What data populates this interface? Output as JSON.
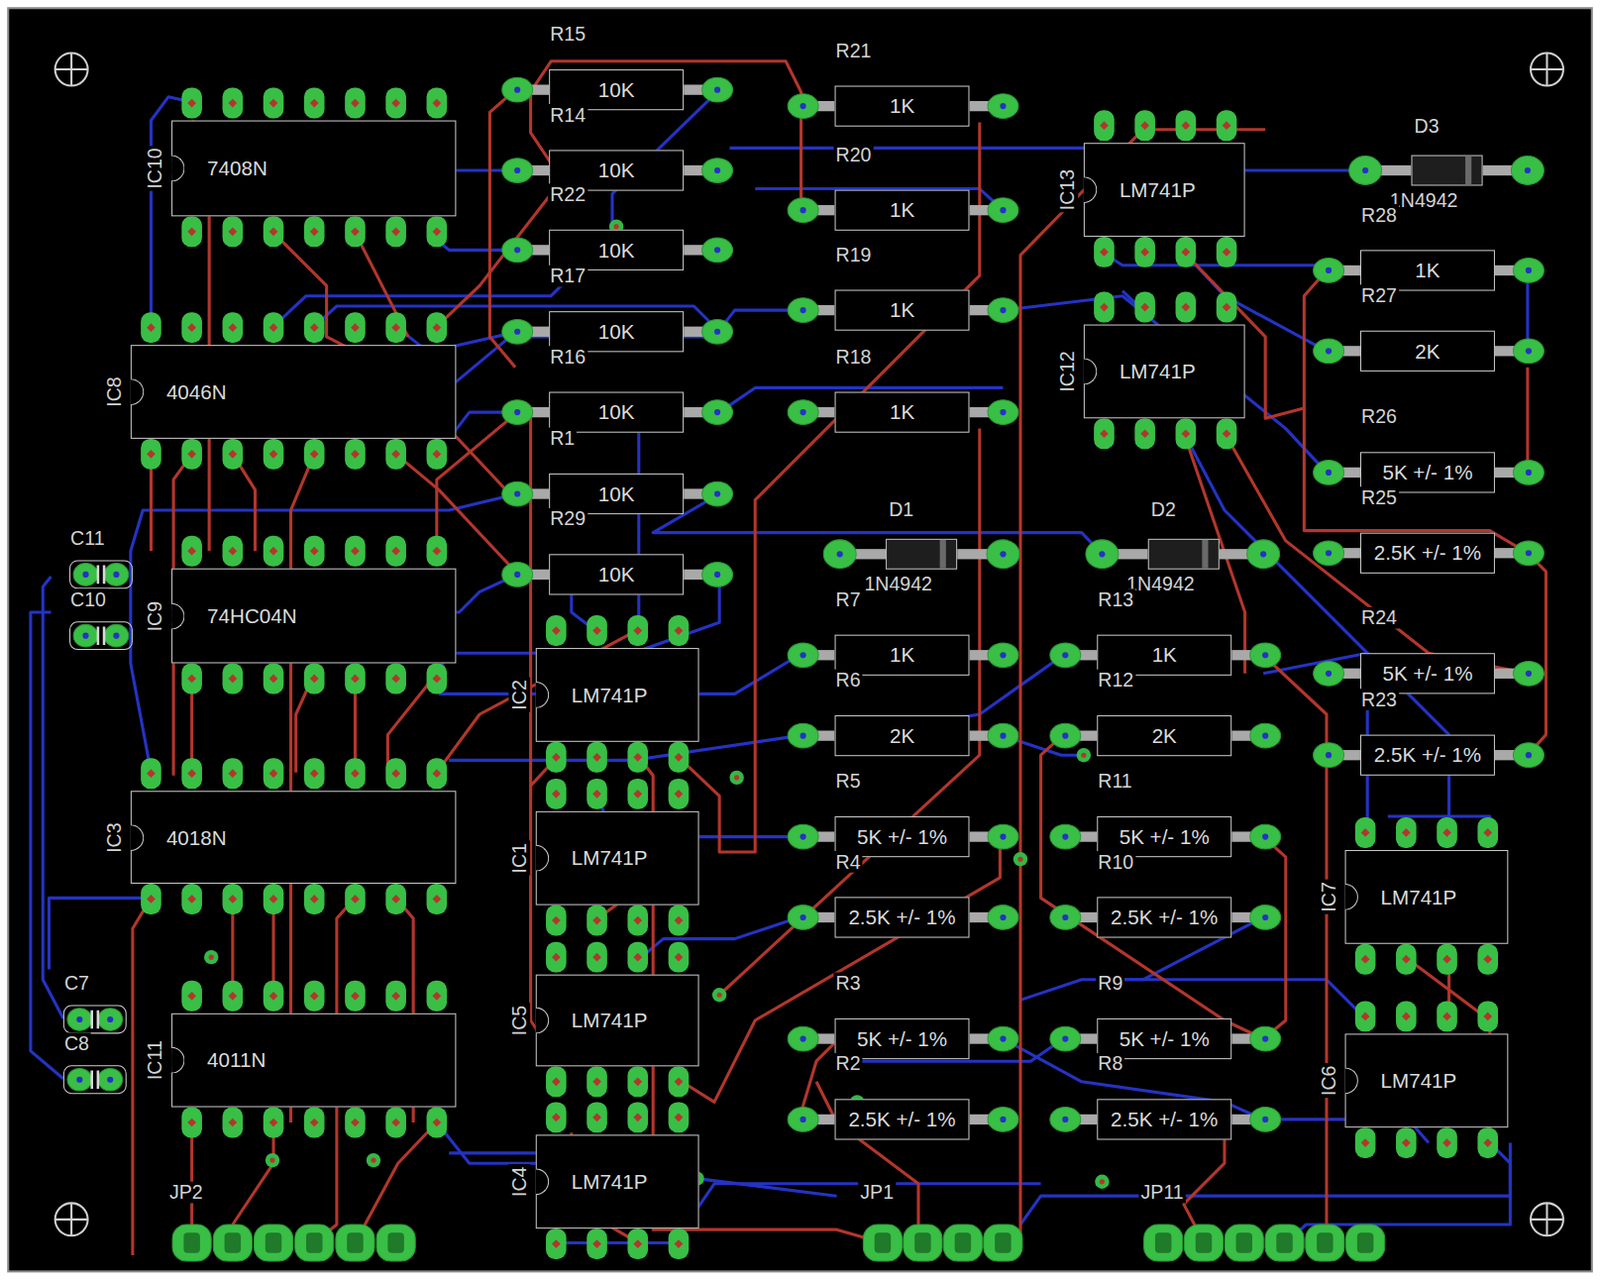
{
  "diagram": {
    "nodes": [
      {
        "text": [
          "IC10",
          "7408N"
        ]
      },
      {
        "text": [
          "IC8",
          "4046N"
        ]
      },
      {
        "text": [
          "IC9",
          "74HC04N"
        ]
      },
      {
        "text": [
          "IC3",
          "4018N"
        ]
      },
      {
        "text": [
          "IC11",
          "4011N"
        ]
      },
      {
        "text": [
          "C11"
        ]
      },
      {
        "text": [
          "C10"
        ]
      },
      {
        "text": [
          "C7"
        ]
      },
      {
        "text": [
          "C8"
        ]
      },
      {
        "text": [
          "R15",
          "10K"
        ]
      },
      {
        "text": [
          "R14",
          "10K"
        ]
      },
      {
        "text": [
          "R22",
          "10K"
        ]
      },
      {
        "text": [
          "R17",
          "10K"
        ]
      },
      {
        "text": [
          "R16",
          "10K"
        ]
      },
      {
        "text": [
          "R1",
          "10K"
        ]
      },
      {
        "text": [
          "R29",
          "10K"
        ]
      },
      {
        "text": [
          "IC2",
          "LM741P"
        ]
      },
      {
        "text": [
          "IC1",
          "LM741P"
        ]
      },
      {
        "text": [
          "IC5",
          "LM741P"
        ]
      },
      {
        "text": [
          "IC4",
          "LM741P"
        ]
      },
      {
        "text": [
          "R21",
          "1K"
        ]
      },
      {
        "text": [
          "R20",
          "1K"
        ]
      },
      {
        "text": [
          "R19",
          "1K"
        ]
      },
      {
        "text": [
          "R18",
          "1K"
        ]
      },
      {
        "text": [
          "D1",
          "1N4942"
        ]
      },
      {
        "text": [
          "R7",
          "1K"
        ]
      },
      {
        "text": [
          "R6",
          "2K"
        ]
      },
      {
        "text": [
          "R5",
          "5K +/- 1%"
        ]
      },
      {
        "text": [
          "R4",
          "2.5K +/- 1%"
        ]
      },
      {
        "text": [
          "R3",
          "5K +/- 1%"
        ]
      },
      {
        "text": [
          "R2",
          "2.5K +/- 1%"
        ]
      },
      {
        "text": [
          "IC13",
          "LM741P"
        ]
      },
      {
        "text": [
          "IC12",
          "LM741P"
        ]
      },
      {
        "text": [
          "D2",
          "1N4942"
        ]
      },
      {
        "text": [
          "R13",
          "1K"
        ]
      },
      {
        "text": [
          "R12",
          "2K"
        ]
      },
      {
        "text": [
          "R11",
          "5K +/- 1%"
        ]
      },
      {
        "text": [
          "R10",
          "2.5K +/- 1%"
        ]
      },
      {
        "text": [
          "R9",
          "5K +/- 1%"
        ]
      },
      {
        "text": [
          "R8",
          "2.5K +/- 1%"
        ]
      },
      {
        "text": [
          "D3",
          "1N4942"
        ]
      },
      {
        "text": [
          "R28",
          "1K"
        ]
      },
      {
        "text": [
          "R27",
          "2K"
        ]
      },
      {
        "text": [
          "R26",
          "5K +/- 1%"
        ]
      },
      {
        "text": [
          "R25",
          "2.5K +/- 1%"
        ]
      },
      {
        "text": [
          "R24",
          "5K +/- 1%"
        ]
      },
      {
        "text": [
          "R23",
          "2.5K +/- 1%"
        ]
      },
      {
        "text": [
          "IC7",
          "LM741P"
        ]
      },
      {
        "text": [
          "IC6",
          "LM741P"
        ]
      },
      {
        "text": [
          "JP2"
        ]
      },
      {
        "text": [
          "JP1"
        ]
      },
      {
        "text": [
          "JP11"
        ]
      }
    ]
  }
}
